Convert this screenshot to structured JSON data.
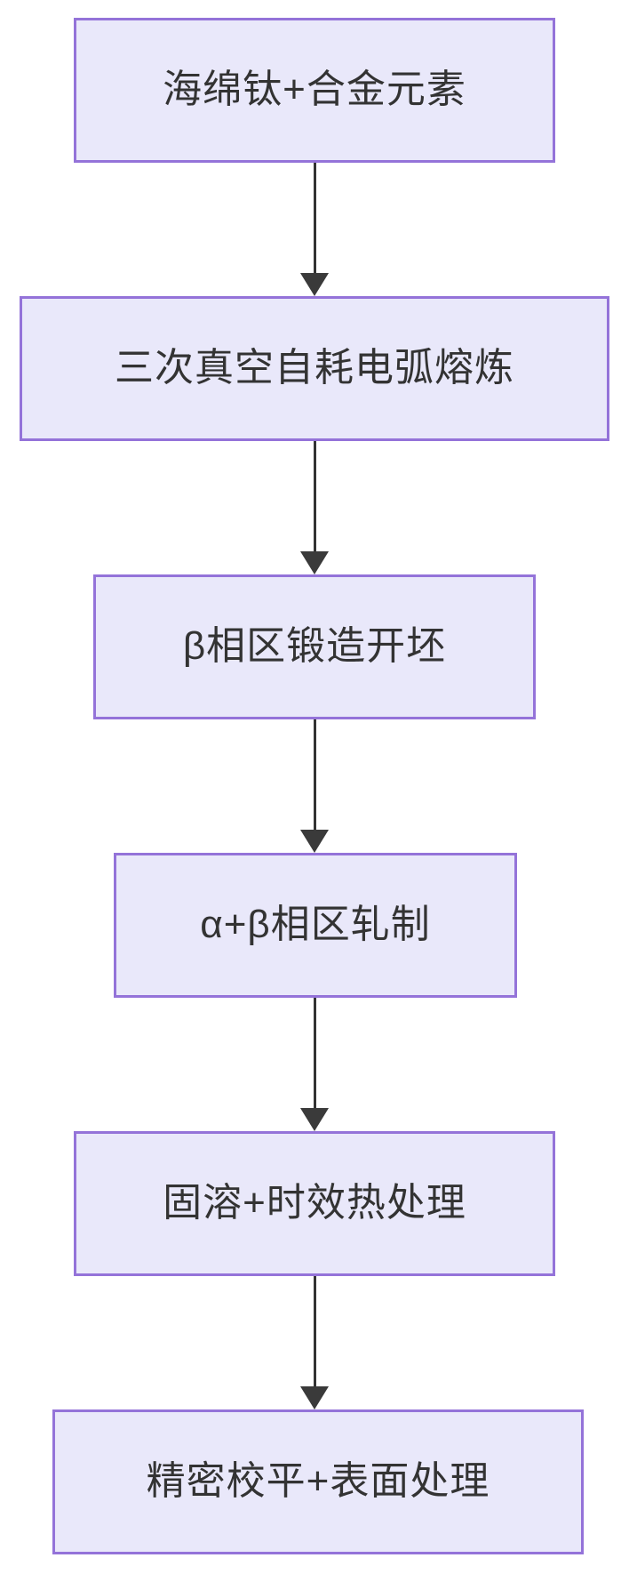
{
  "diagram": {
    "type": "flowchart",
    "direction": "top-down",
    "title": "",
    "nodes": [
      {
        "id": "n1",
        "label": "海绵钛+合金元素"
      },
      {
        "id": "n2",
        "label": "三次真空自耗电弧熔炼"
      },
      {
        "id": "n3",
        "label": "β相区锻造开坯"
      },
      {
        "id": "n4",
        "label": "α+β相区轧制"
      },
      {
        "id": "n5",
        "label": "固溶+时效热处理"
      },
      {
        "id": "n6",
        "label": "精密校平+表面处理"
      }
    ],
    "edges": [
      {
        "from": "n1",
        "to": "n2",
        "style": "arrow"
      },
      {
        "from": "n2",
        "to": "n3",
        "style": "arrow"
      },
      {
        "from": "n3",
        "to": "n4",
        "style": "arrow"
      },
      {
        "from": "n4",
        "to": "n5",
        "style": "arrow"
      },
      {
        "from": "n5",
        "to": "n6",
        "style": "arrow"
      }
    ],
    "colors": {
      "node_fill": "#E9E8FA",
      "node_border": "#9473D9",
      "arrow": "#333333",
      "text": "#333333",
      "background": "#FFFFFF"
    }
  }
}
